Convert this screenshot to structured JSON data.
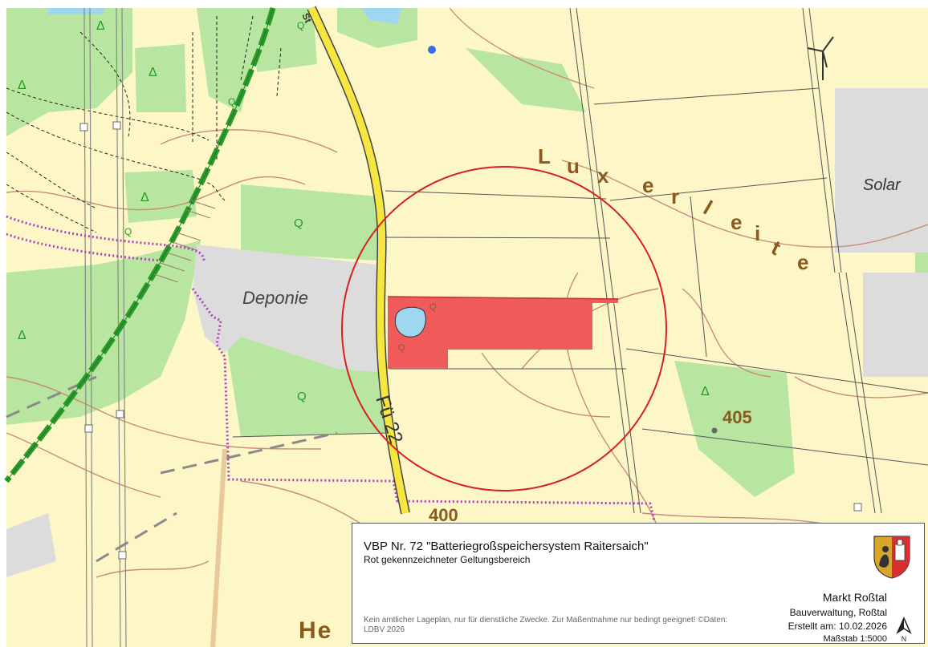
{
  "map": {
    "place_labels": {
      "deponie": "Deponie",
      "solar": "Solar",
      "luxerleite": [
        "L",
        "u",
        "x",
        "e",
        "r",
        "l",
        "e",
        "i",
        "t",
        "e"
      ],
      "he": "He",
      "road": "Fü 22",
      "road_top": "St"
    },
    "elevations": {
      "e405": "405",
      "e400": "400"
    },
    "symbols": {
      "wood": "Δ",
      "tree": "Q"
    },
    "colors": {
      "land": "#fdf7c8",
      "forest": "#b8e6a0",
      "road": "#f5e640",
      "plan_area": "#f05a5a",
      "buffer_circle": "#d62020",
      "boundary": "#b040c0",
      "railway": "#2a9a2a",
      "water": "#9fd6f0",
      "landfill": "#dcdcdc"
    }
  },
  "panel": {
    "title": "VBP Nr. 72 \"Batteriegroßspeichersystem Raitersaich\"",
    "subtitle": "Rot gekennzeichneter Geltungsbereich",
    "disclaimer": "Kein amtlicher Lageplan, nur für dienstliche Zwecke. Zur Maßentnahme nur bedingt geeignet! ©Daten: LDBV 2026",
    "municipality": "Markt Roßtal",
    "department": "Bauverwaltung, Roßtal",
    "created": "Erstellt am: 10.02.2026",
    "scale": "Maßstab 1:5000",
    "north_label": "N"
  }
}
